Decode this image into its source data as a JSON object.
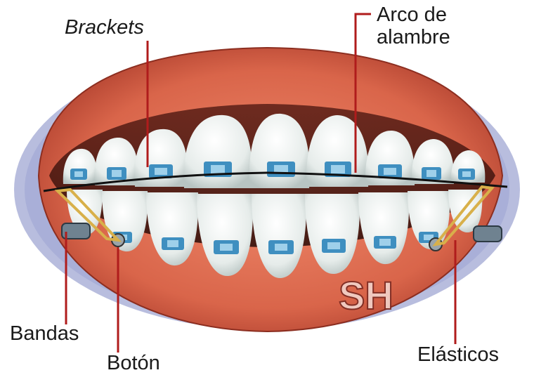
{
  "diagram": {
    "labels": {
      "brackets": "Brackets",
      "arco_line1": "Arco de",
      "arco_line2": "alambre",
      "bandas": "Bandas",
      "boton": "Botón",
      "elasticos": "Elásticos"
    },
    "watermark": "SH",
    "colors": {
      "gum": "#d9654a",
      "gum_dark": "#a83a2a",
      "tooth": "#eef2f0",
      "bracket": "#3f8fc0",
      "wire": "#111111",
      "elastic": "#d8b04a",
      "leader_line": "#b01c1c",
      "background_texture": "#6f79b8"
    }
  }
}
